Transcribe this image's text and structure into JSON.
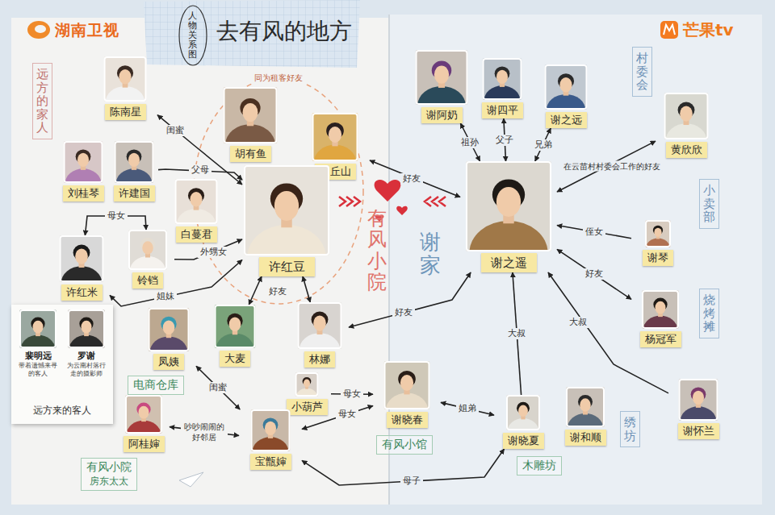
{
  "diagram": {
    "title": "去有风的地方",
    "nodes": [
      {
        "text": [
          "远方的家人"
        ]
      },
      {
        "text": [
          "陈南星"
        ]
      },
      {
        "text": [
          "胡有鱼"
        ]
      },
      {
        "text": [
          "马丘山"
        ]
      },
      {
        "text": [
          "刘桂琴"
        ]
      },
      {
        "text": [
          "许建国"
        ]
      },
      {
        "text": [
          "白蔓君"
        ]
      },
      {
        "text": [
          "许红豆"
        ]
      },
      {
        "text": [
          "许红米"
        ]
      },
      {
        "text": [
          "铃铛"
        ]
      },
      {
        "text": [
          "大麦"
        ]
      },
      {
        "text": [
          "林娜"
        ]
      },
      {
        "text": [
          "凤姨"
        ]
      },
      {
        "text": [
          "电商仓库"
        ]
      },
      {
        "text": [
          "小葫芦"
        ]
      },
      {
        "text": [
          "谢晓春"
        ]
      },
      {
        "text": [
          "有风小馆"
        ]
      },
      {
        "text": [
          "宝甑婶"
        ]
      },
      {
        "text": [
          "阿桂婶"
        ]
      },
      {
        "text": [
          "有风小院",
          "房东太太"
        ]
      },
      {
        "text": [
          "谢阿奶"
        ]
      },
      {
        "text": [
          "谢四平"
        ]
      },
      {
        "text": [
          "谢之远"
        ]
      },
      {
        "text": [
          "村委会"
        ]
      },
      {
        "text": [
          "黄欣欣"
        ]
      },
      {
        "text": [
          "谢之遥"
        ]
      },
      {
        "text": [
          "小卖部"
        ]
      },
      {
        "text": [
          "谢琴"
        ]
      },
      {
        "text": [
          "烧烤摊"
        ]
      },
      {
        "text": [
          "杨冠军"
        ]
      },
      {
        "text": [
          "谢晓夏"
        ]
      },
      {
        "text": [
          "谢和顺"
        ]
      },
      {
        "text": [
          "木雕坊"
        ]
      },
      {
        "text": [
          "绣坊"
        ]
      },
      {
        "text": [
          "谢怀兰"
        ]
      },
      {
        "text": [
          "远方来的客人"
        ]
      },
      {
        "text": [
          "裴明远",
          "带着遗憾来寻的客人"
        ],
        "in": 35
      },
      {
        "text": [
          "罗谢",
          "为云南村落行走的摄影师"
        ],
        "in": 35
      }
    ],
    "edges": [
      {
        "from": 1,
        "to": 7,
        "arrow": "both",
        "label": "闺蜜"
      },
      {
        "from": 5,
        "to": 7,
        "arrow": "to",
        "label": "父母"
      },
      {
        "from": 8,
        "to": 7,
        "arrow": "both",
        "label": "姐妹"
      },
      {
        "from": 8,
        "to": 9,
        "arrow": "both",
        "label": "母女"
      },
      {
        "from": 9,
        "to": 7,
        "arrow": "to",
        "label": "外甥女"
      },
      {
        "from": 10,
        "to": 7,
        "arrow": "both"
      },
      {
        "from": 11,
        "to": 7,
        "arrow": "both",
        "label": "好友"
      },
      {
        "from": 3,
        "to": 25,
        "arrow": "both",
        "label": "好友"
      },
      {
        "from": 20,
        "to": 25,
        "arrow": "both",
        "label": "祖孙"
      },
      {
        "from": 21,
        "to": 25,
        "arrow": "both",
        "label": "父子"
      },
      {
        "from": 22,
        "to": 25,
        "arrow": "both",
        "label": "兄弟"
      },
      {
        "from": 24,
        "to": 25,
        "arrow": "both",
        "label": "在云苗村村委会工作的好友"
      },
      {
        "from": 27,
        "to": 25,
        "arrow": "to",
        "label": "侄女"
      },
      {
        "from": 29,
        "to": 25,
        "arrow": "both",
        "label": "好友"
      },
      {
        "from": 25,
        "to": 11,
        "arrow": "both",
        "label": "好友"
      },
      {
        "from": 30,
        "to": 25,
        "arrow": "to",
        "label": "大叔"
      },
      {
        "from": 34,
        "to": 25,
        "arrow": "to",
        "label": "大叔"
      },
      {
        "from": 15,
        "to": 30,
        "arrow": "both",
        "label": "姐弟"
      },
      {
        "from": 14,
        "to": 15,
        "arrow": "to",
        "label": "母女"
      },
      {
        "from": 17,
        "to": 15,
        "arrow": "both",
        "label": "母女"
      },
      {
        "from": 17,
        "to": 30,
        "arrow": "both",
        "label": "母子"
      },
      {
        "from": 12,
        "to": 17,
        "arrow": "both",
        "label": "闺蜜"
      },
      {
        "from": 18,
        "to": 17,
        "arrow": "both",
        "label": "吵吵闹闹的好邻居"
      }
    ],
    "labels": [
      "湖南卫视",
      "芒果tv",
      "人物关系图",
      "同为租客好友",
      "有风小院",
      "谢家"
    ]
  }
}
